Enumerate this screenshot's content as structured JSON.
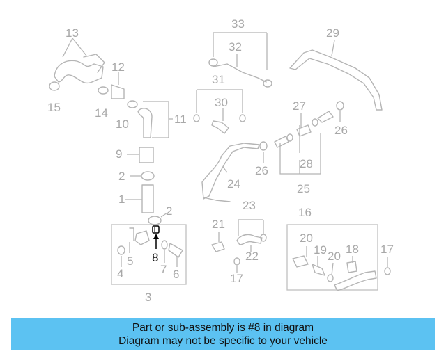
{
  "diagram": {
    "labels": {
      "p1": "1",
      "p2a": "2",
      "p2b": "2",
      "p3": "3",
      "p4": "4",
      "p5": "5",
      "p6": "6",
      "p7": "7",
      "p8": "8",
      "p9": "9",
      "p10": "10",
      "p11": "11",
      "p12": "12",
      "p13": "13",
      "p14": "14",
      "p15": "15",
      "p16": "16",
      "p17a": "17",
      "p17b": "17",
      "p18": "18",
      "p19": "19",
      "p20a": "20",
      "p20b": "20",
      "p21": "21",
      "p22": "22",
      "p23": "23",
      "p24": "24",
      "p25": "25",
      "p26a": "26",
      "p26b": "26",
      "p27": "27",
      "p28": "28",
      "p29": "29",
      "p30": "30",
      "p31": "31",
      "p32": "32",
      "p33": "33"
    },
    "highlight_part": "8",
    "highlight_color": "#000000",
    "line_color": "#b5b5b5"
  },
  "banner": {
    "line1": "Part or sub-assembly is #8 in diagram",
    "line2": "Diagram may not be specific to your vehicle",
    "background": "#5cc2f2"
  }
}
